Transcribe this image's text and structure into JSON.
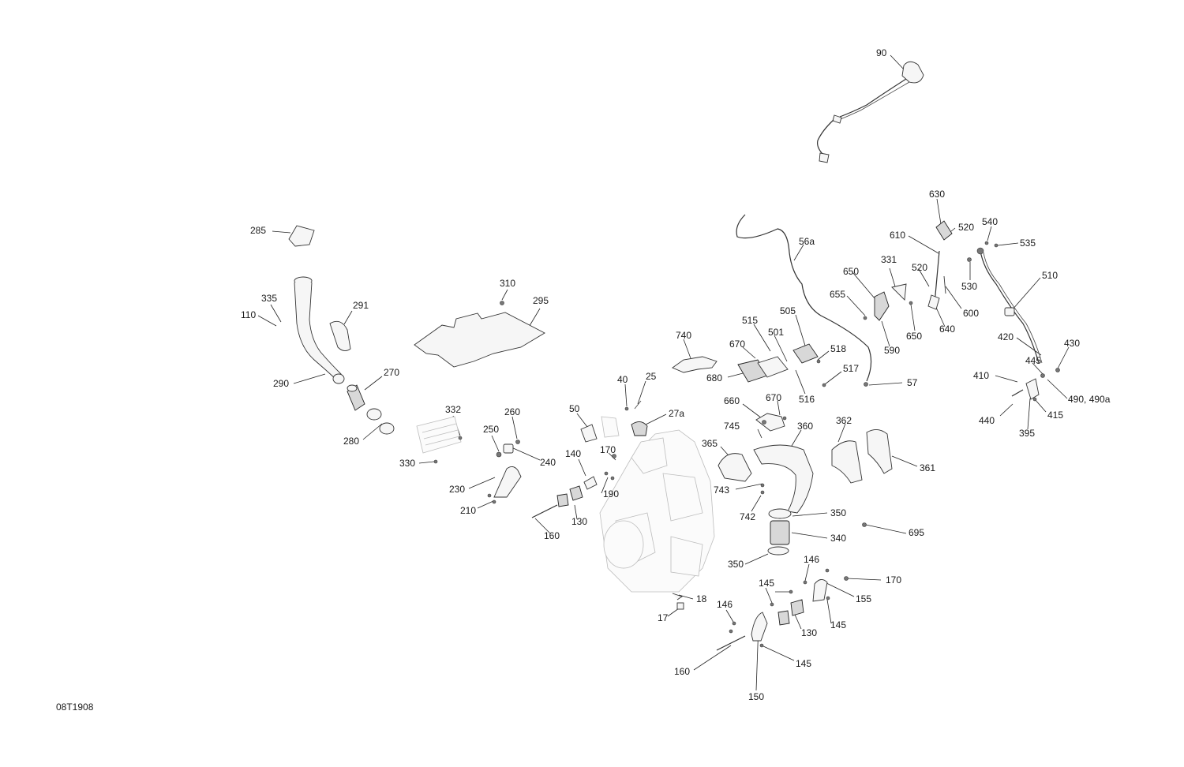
{
  "drawing_id": "08T1908",
  "callouts": {
    "c90": "90",
    "c285": "285",
    "c335": "335",
    "c110": "110",
    "c291": "291",
    "c290": "290",
    "c270": "270",
    "c280": "280",
    "c310": "310",
    "c295": "295",
    "c332": "332",
    "c330": "330",
    "c260": "260",
    "c250": "250",
    "c240": "240",
    "c230": "230",
    "c210": "210",
    "c50": "50",
    "c40": "40",
    "c25": "25",
    "c27a": "27a",
    "c140": "140",
    "c170a": "170",
    "c190": "190",
    "c130a": "130",
    "c160a": "160",
    "c740": "740",
    "c515": "515",
    "c670a": "670",
    "c680": "680",
    "c501": "501",
    "c505": "505",
    "c518": "518",
    "c517": "517",
    "c516": "516",
    "c56a": "56a",
    "c57": "57",
    "c660": "660",
    "c670b": "670",
    "c745": "745",
    "c360": "360",
    "c365": "365",
    "c743": "743",
    "c742": "742",
    "c362": "362",
    "c361": "361",
    "c350a": "350",
    "c340": "340",
    "c350b": "350",
    "c695": "695",
    "c630": "630",
    "c520a": "520",
    "c610": "610",
    "c331": "331",
    "c650a": "650",
    "c655": "655",
    "c590": "590",
    "c650b": "650",
    "c520b": "520",
    "c530": "530",
    "c600": "600",
    "c640": "640",
    "c540": "540",
    "c535": "535",
    "c510": "510",
    "c420": "420",
    "c430": "430",
    "c445": "445",
    "c410": "410",
    "c490": "490, 490a",
    "c440": "440",
    "c415": "415",
    "c395": "395",
    "c146a": "146",
    "c170b": "170",
    "c145a": "145",
    "c155": "155",
    "c130b": "130",
    "c145b": "145",
    "c146b": "146",
    "c145c": "145",
    "c160b": "160",
    "c150": "150",
    "c18": "18",
    "c17": "17"
  }
}
